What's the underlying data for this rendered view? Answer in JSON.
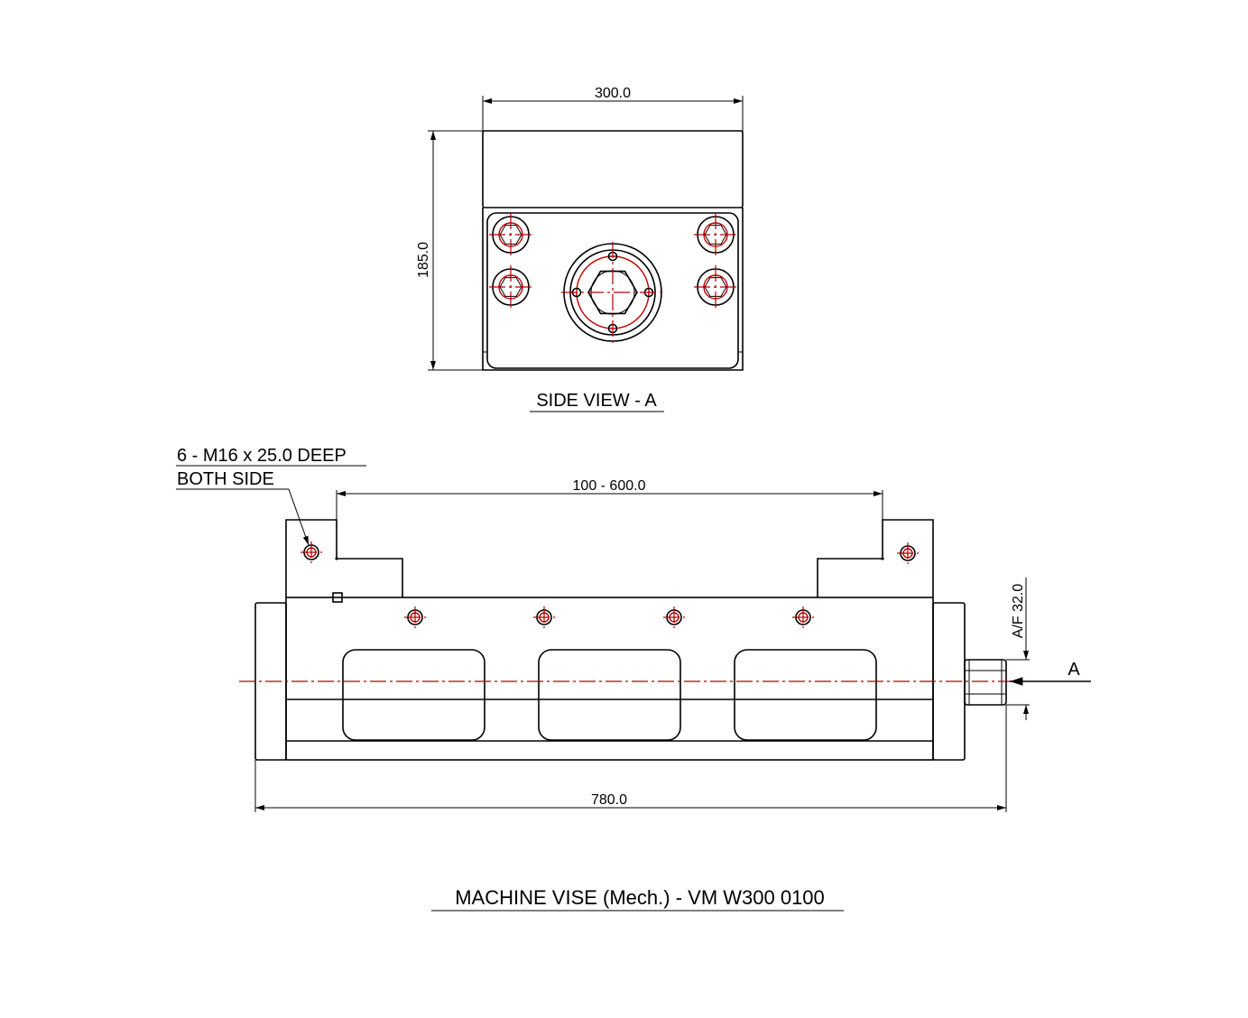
{
  "side_view": {
    "width_dimension": "300.0",
    "height_dimension": "185.0",
    "label": "SIDE VIEW - A"
  },
  "front_view": {
    "note_line_1": "6 - M16 x 25.0 DEEP",
    "note_line_2": "BOTH SIDE",
    "opening_dimension": "100 - 600.0",
    "overall_length_dimension": "780.0",
    "across_flats_dimension": "A/F 32.0",
    "view_arrow_label": "A"
  },
  "drawing_title": "MACHINE VISE (Mech.) - VM W300 0100",
  "colors": {
    "outline": "#000000",
    "center_line": "#b00000",
    "background": "#ffffff"
  }
}
